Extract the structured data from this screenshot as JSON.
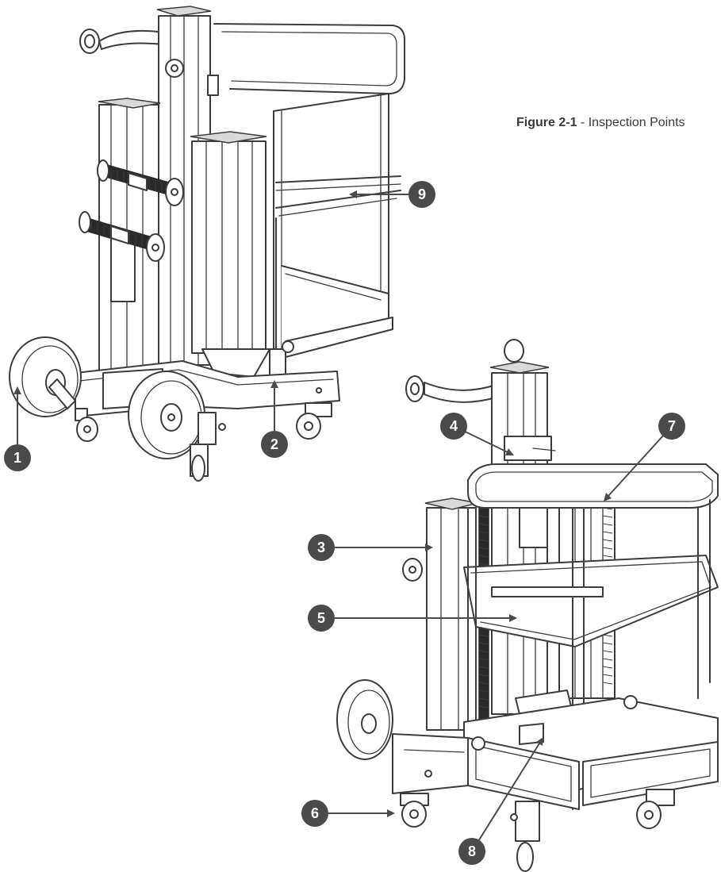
{
  "figure": {
    "label": "Figure 2-1",
    "separator": " - ",
    "title": "Inspection Points"
  },
  "callouts": [
    {
      "id": "1",
      "label": "1"
    },
    {
      "id": "2",
      "label": "2"
    },
    {
      "id": "3",
      "label": "3"
    },
    {
      "id": "4",
      "label": "4"
    },
    {
      "id": "5",
      "label": "5"
    },
    {
      "id": "6",
      "label": "6"
    },
    {
      "id": "7",
      "label": "7"
    },
    {
      "id": "8",
      "label": "8"
    },
    {
      "id": "9",
      "label": "9"
    }
  ],
  "colors": {
    "callout_fill": "#4a4a4a",
    "line_art": "#3c3c3c",
    "background": "#ffffff"
  }
}
